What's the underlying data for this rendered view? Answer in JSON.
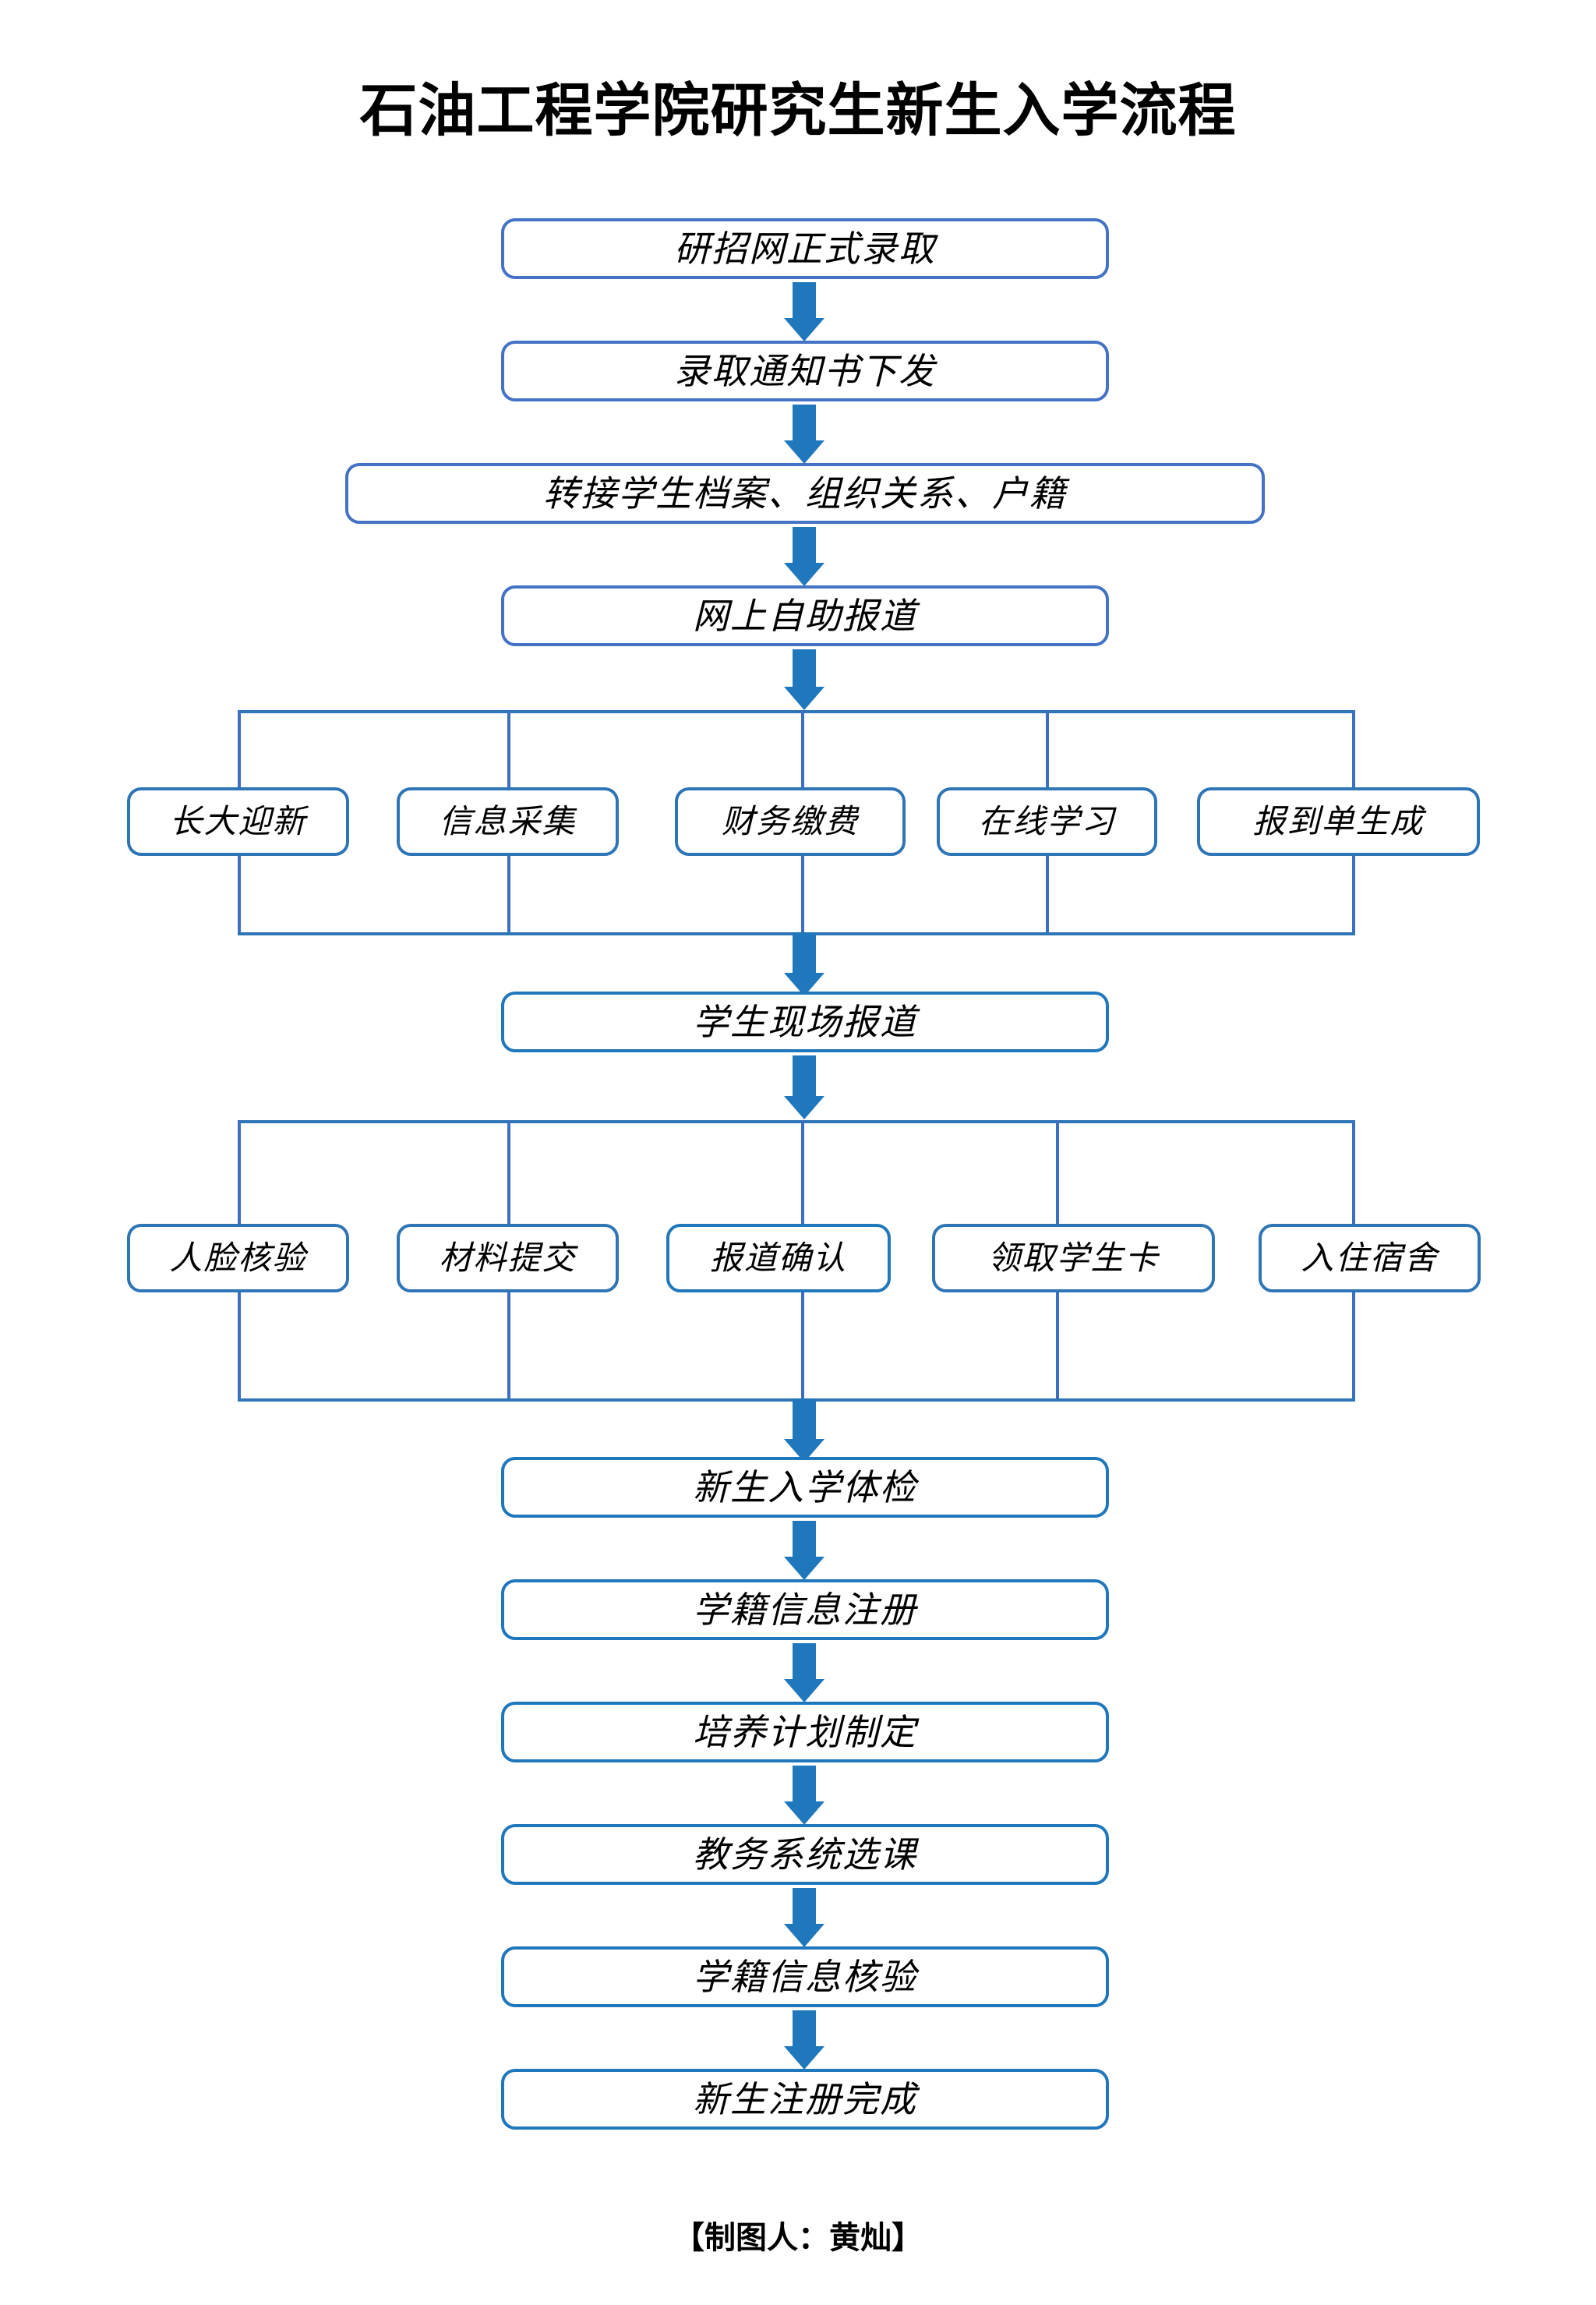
{
  "document": {
    "title": "石油工程学院研究生新生入学流程",
    "credit": "【制图人：黄灿】"
  },
  "colors": {
    "box_border_light": "#4472C4",
    "box_border_mid": "#2E75B6",
    "box_border_dark": "#1F77BC",
    "arrow_fill": "#1F77BC",
    "connector_line": "#3C6FC2",
    "background": "#FFFFFF",
    "text": "#000000"
  },
  "flow": {
    "stage1": [
      {
        "id": "n1",
        "label": "研招网正式录取"
      },
      {
        "id": "n2",
        "label": "录取通知书下发"
      },
      {
        "id": "n3",
        "label": "转接学生档案、组织关系、户籍"
      },
      {
        "id": "n4",
        "label": "网上自助报道"
      }
    ],
    "branch1": {
      "items": [
        {
          "id": "b1a",
          "label": "长大迎新"
        },
        {
          "id": "b1b",
          "label": "信息采集"
        },
        {
          "id": "b1c",
          "label": "财务缴费"
        },
        {
          "id": "b1d",
          "label": "在线学习"
        },
        {
          "id": "b1e",
          "label": "报到单生成"
        }
      ]
    },
    "stage2": [
      {
        "id": "n5",
        "label": "学生现场报道"
      }
    ],
    "branch2": {
      "items": [
        {
          "id": "b2a",
          "label": "人脸核验"
        },
        {
          "id": "b2b",
          "label": "材料提交"
        },
        {
          "id": "b2c",
          "label": "报道确认"
        },
        {
          "id": "b2d",
          "label": "领取学生卡"
        },
        {
          "id": "b2e",
          "label": "入住宿舍"
        }
      ]
    },
    "stage3": [
      {
        "id": "n6",
        "label": "新生入学体检"
      },
      {
        "id": "n7",
        "label": "学籍信息注册"
      },
      {
        "id": "n8",
        "label": "培养计划制定"
      },
      {
        "id": "n9",
        "label": "教务系统选课"
      },
      {
        "id": "n10",
        "label": "学籍信息核验"
      },
      {
        "id": "n11",
        "label": "新生注册完成"
      }
    ]
  }
}
